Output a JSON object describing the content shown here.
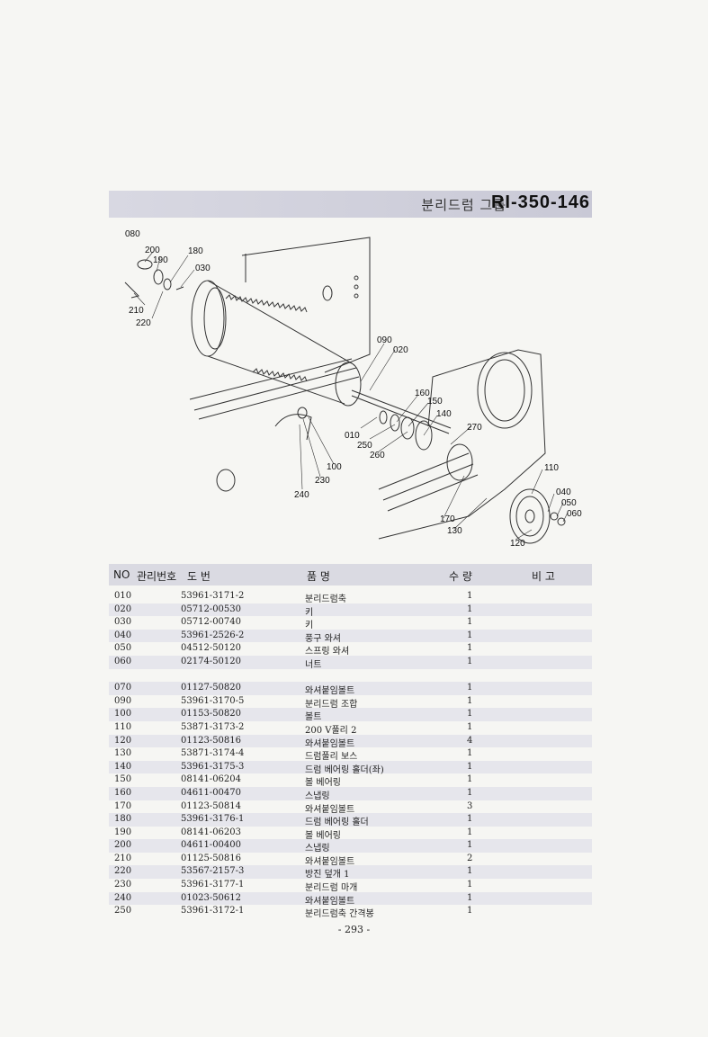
{
  "header": {
    "title": "분리드럼 그룹",
    "code": "RI-350-146"
  },
  "diagram": {
    "callouts": [
      "080",
      "200",
      "190",
      "180",
      "030",
      "210",
      "220",
      "090",
      "020",
      "160",
      "150",
      "140",
      "270",
      "010",
      "250",
      "260",
      "100",
      "230",
      "240",
      "110",
      "040",
      "050",
      "060",
      "170",
      "130",
      "120"
    ]
  },
  "table": {
    "headers": {
      "no": "NO",
      "mgmt": "관리번호",
      "dwg": "도      번",
      "name": "품                    명",
      "qty": "수      량",
      "remark": "비  고"
    },
    "rows": [
      {
        "no": "010",
        "dwg": "53961-3171-2",
        "name": "분리드럼축",
        "qty": "1"
      },
      {
        "no": "020",
        "dwg": "05712-00530",
        "name": "키",
        "qty": "1"
      },
      {
        "no": "030",
        "dwg": "05712-00740",
        "name": "키",
        "qty": "1"
      },
      {
        "no": "040",
        "dwg": "53961-2526-2",
        "name": "풍구 와셔",
        "qty": "1"
      },
      {
        "no": "050",
        "dwg": "04512-50120",
        "name": "스프링 와셔",
        "qty": "1"
      },
      {
        "no": "060",
        "dwg": "02174-50120",
        "name": "너트",
        "qty": "1"
      },
      {
        "no": "070",
        "dwg": "01127-50820",
        "name": "와셔붙임볼트",
        "qty": "1"
      },
      {
        "no": "090",
        "dwg": "53961-3170-5",
        "name": "분리드럼 조합",
        "qty": "1"
      },
      {
        "no": "100",
        "dwg": "01153-50820",
        "name": "볼트",
        "qty": "1"
      },
      {
        "no": "110",
        "dwg": "53871-3173-2",
        "name": "200 V풀리 2",
        "qty": "1"
      },
      {
        "no": "120",
        "dwg": "01123-50816",
        "name": "와셔붙임볼트",
        "qty": "4"
      },
      {
        "no": "130",
        "dwg": "53871-3174-4",
        "name": "드럼풀리 보스",
        "qty": "1"
      },
      {
        "no": "140",
        "dwg": "53961-3175-3",
        "name": "드럼 베어링 홀더(좌)",
        "qty": "1"
      },
      {
        "no": "150",
        "dwg": "08141-06204",
        "name": "볼 베어링",
        "qty": "1"
      },
      {
        "no": "160",
        "dwg": "04611-00470",
        "name": "스냅링",
        "qty": "1"
      },
      {
        "no": "170",
        "dwg": "01123-50814",
        "name": "와셔붙임볼트",
        "qty": "3"
      },
      {
        "no": "180",
        "dwg": "53961-3176-1",
        "name": "드럼 베어링 홀더",
        "qty": "1"
      },
      {
        "no": "190",
        "dwg": "08141-06203",
        "name": "볼 베어링",
        "qty": "1"
      },
      {
        "no": "200",
        "dwg": "04611-00400",
        "name": "스냅링",
        "qty": "1"
      },
      {
        "no": "210",
        "dwg": "01125-50816",
        "name": "와셔붙임볼트",
        "qty": "2"
      },
      {
        "no": "220",
        "dwg": "53567-2157-3",
        "name": "방진 덮개 1",
        "qty": "1"
      },
      {
        "no": "230",
        "dwg": "53961-3177-1",
        "name": "분리드럼 마개",
        "qty": "1"
      },
      {
        "no": "240",
        "dwg": "01023-50612",
        "name": "와셔붙임볼트",
        "qty": "1"
      },
      {
        "no": "250",
        "dwg": "53961-3172-1",
        "name": "분리드럼축 간격봉",
        "qty": "1"
      }
    ]
  },
  "footer": {
    "page": "- 293 -"
  }
}
